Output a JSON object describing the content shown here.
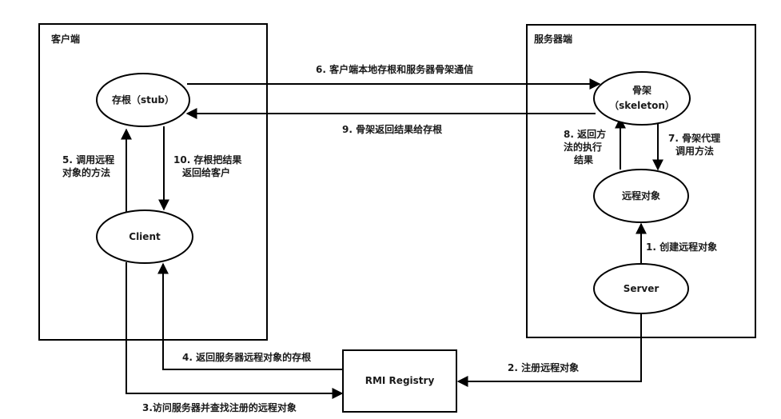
{
  "client_side": {
    "title": "客户端"
  },
  "server_side": {
    "title": "服务器端"
  },
  "nodes": {
    "stub": "存根（stub）",
    "client": "Client",
    "skeleton_line1": "骨架",
    "skeleton_line2": "（skeleton）",
    "remote_object": "远程对象",
    "server": "Server",
    "registry": "RMI Registry"
  },
  "edges": {
    "e1": "1. 创建远程对象",
    "e2": "2. 注册远程对象",
    "e3": "3.访问服务器并查找注册的远程对象",
    "e4": "4. 返回服务器远程对象的存根",
    "e5_line1": "5. 调用远程",
    "e5_line2": "对象的方法",
    "e6": "6. 客户端本地存根和服务器骨架通信",
    "e7_line1": "7. 骨架代理",
    "e7_line2": "调用方法",
    "e8_line1": "8. 返回方",
    "e8_line2": "法的执行",
    "e8_line3": "结果",
    "e9": "9. 骨架返回结果给存根",
    "e10_line1": "10. 存根把结果",
    "e10_line2": "返回给客户"
  }
}
